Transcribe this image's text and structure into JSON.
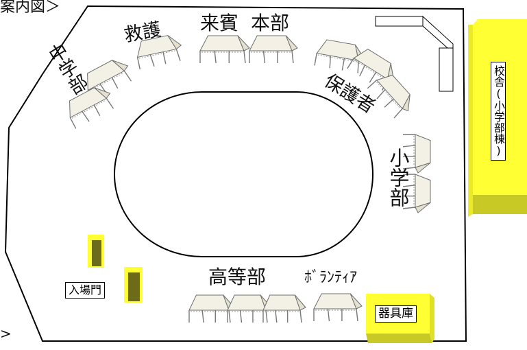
{
  "title_fragment": "案内図＞",
  "bottom_fragment": ">",
  "tent_groups": {
    "rescue": "救護",
    "guests": "来賓",
    "headquarters": "本部",
    "junior_high": "中学部",
    "guardians": "保護者",
    "elementary": "小学部",
    "high_school": "高等部",
    "volunteer": "ﾎﾞﾗﾝﾃｨｱ"
  },
  "buildings": {
    "school_building": "校舎(小学部棟)",
    "equipment_storage": "器具庫",
    "entrance_gate": "入場門"
  },
  "colors": {
    "building_yellow": "#ffff33",
    "building_shadow": "#c9c926",
    "gate_post_dark": "#6b6b1a"
  }
}
